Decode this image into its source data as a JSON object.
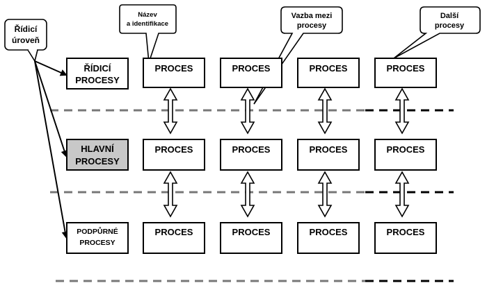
{
  "callouts": {
    "level": [
      "Řídicí",
      "úroveň"
    ],
    "name": [
      "Název",
      "a  identifikace"
    ],
    "relation": [
      "Vazba mezi",
      "procesy"
    ],
    "other": [
      "Další",
      "procesy"
    ]
  },
  "levels": {
    "control": [
      "ŘÍDICÍ",
      "PROCESY"
    ],
    "main": [
      "HLAVNÍ",
      "PROCESY"
    ],
    "support": [
      "PODPŮRNÉ",
      "PROCESY"
    ]
  },
  "process_label": "PROCES",
  "colors": {
    "line": "#000000",
    "separator": "#777777",
    "main_fill": "#c8c8c8",
    "background": "#ffffff"
  }
}
